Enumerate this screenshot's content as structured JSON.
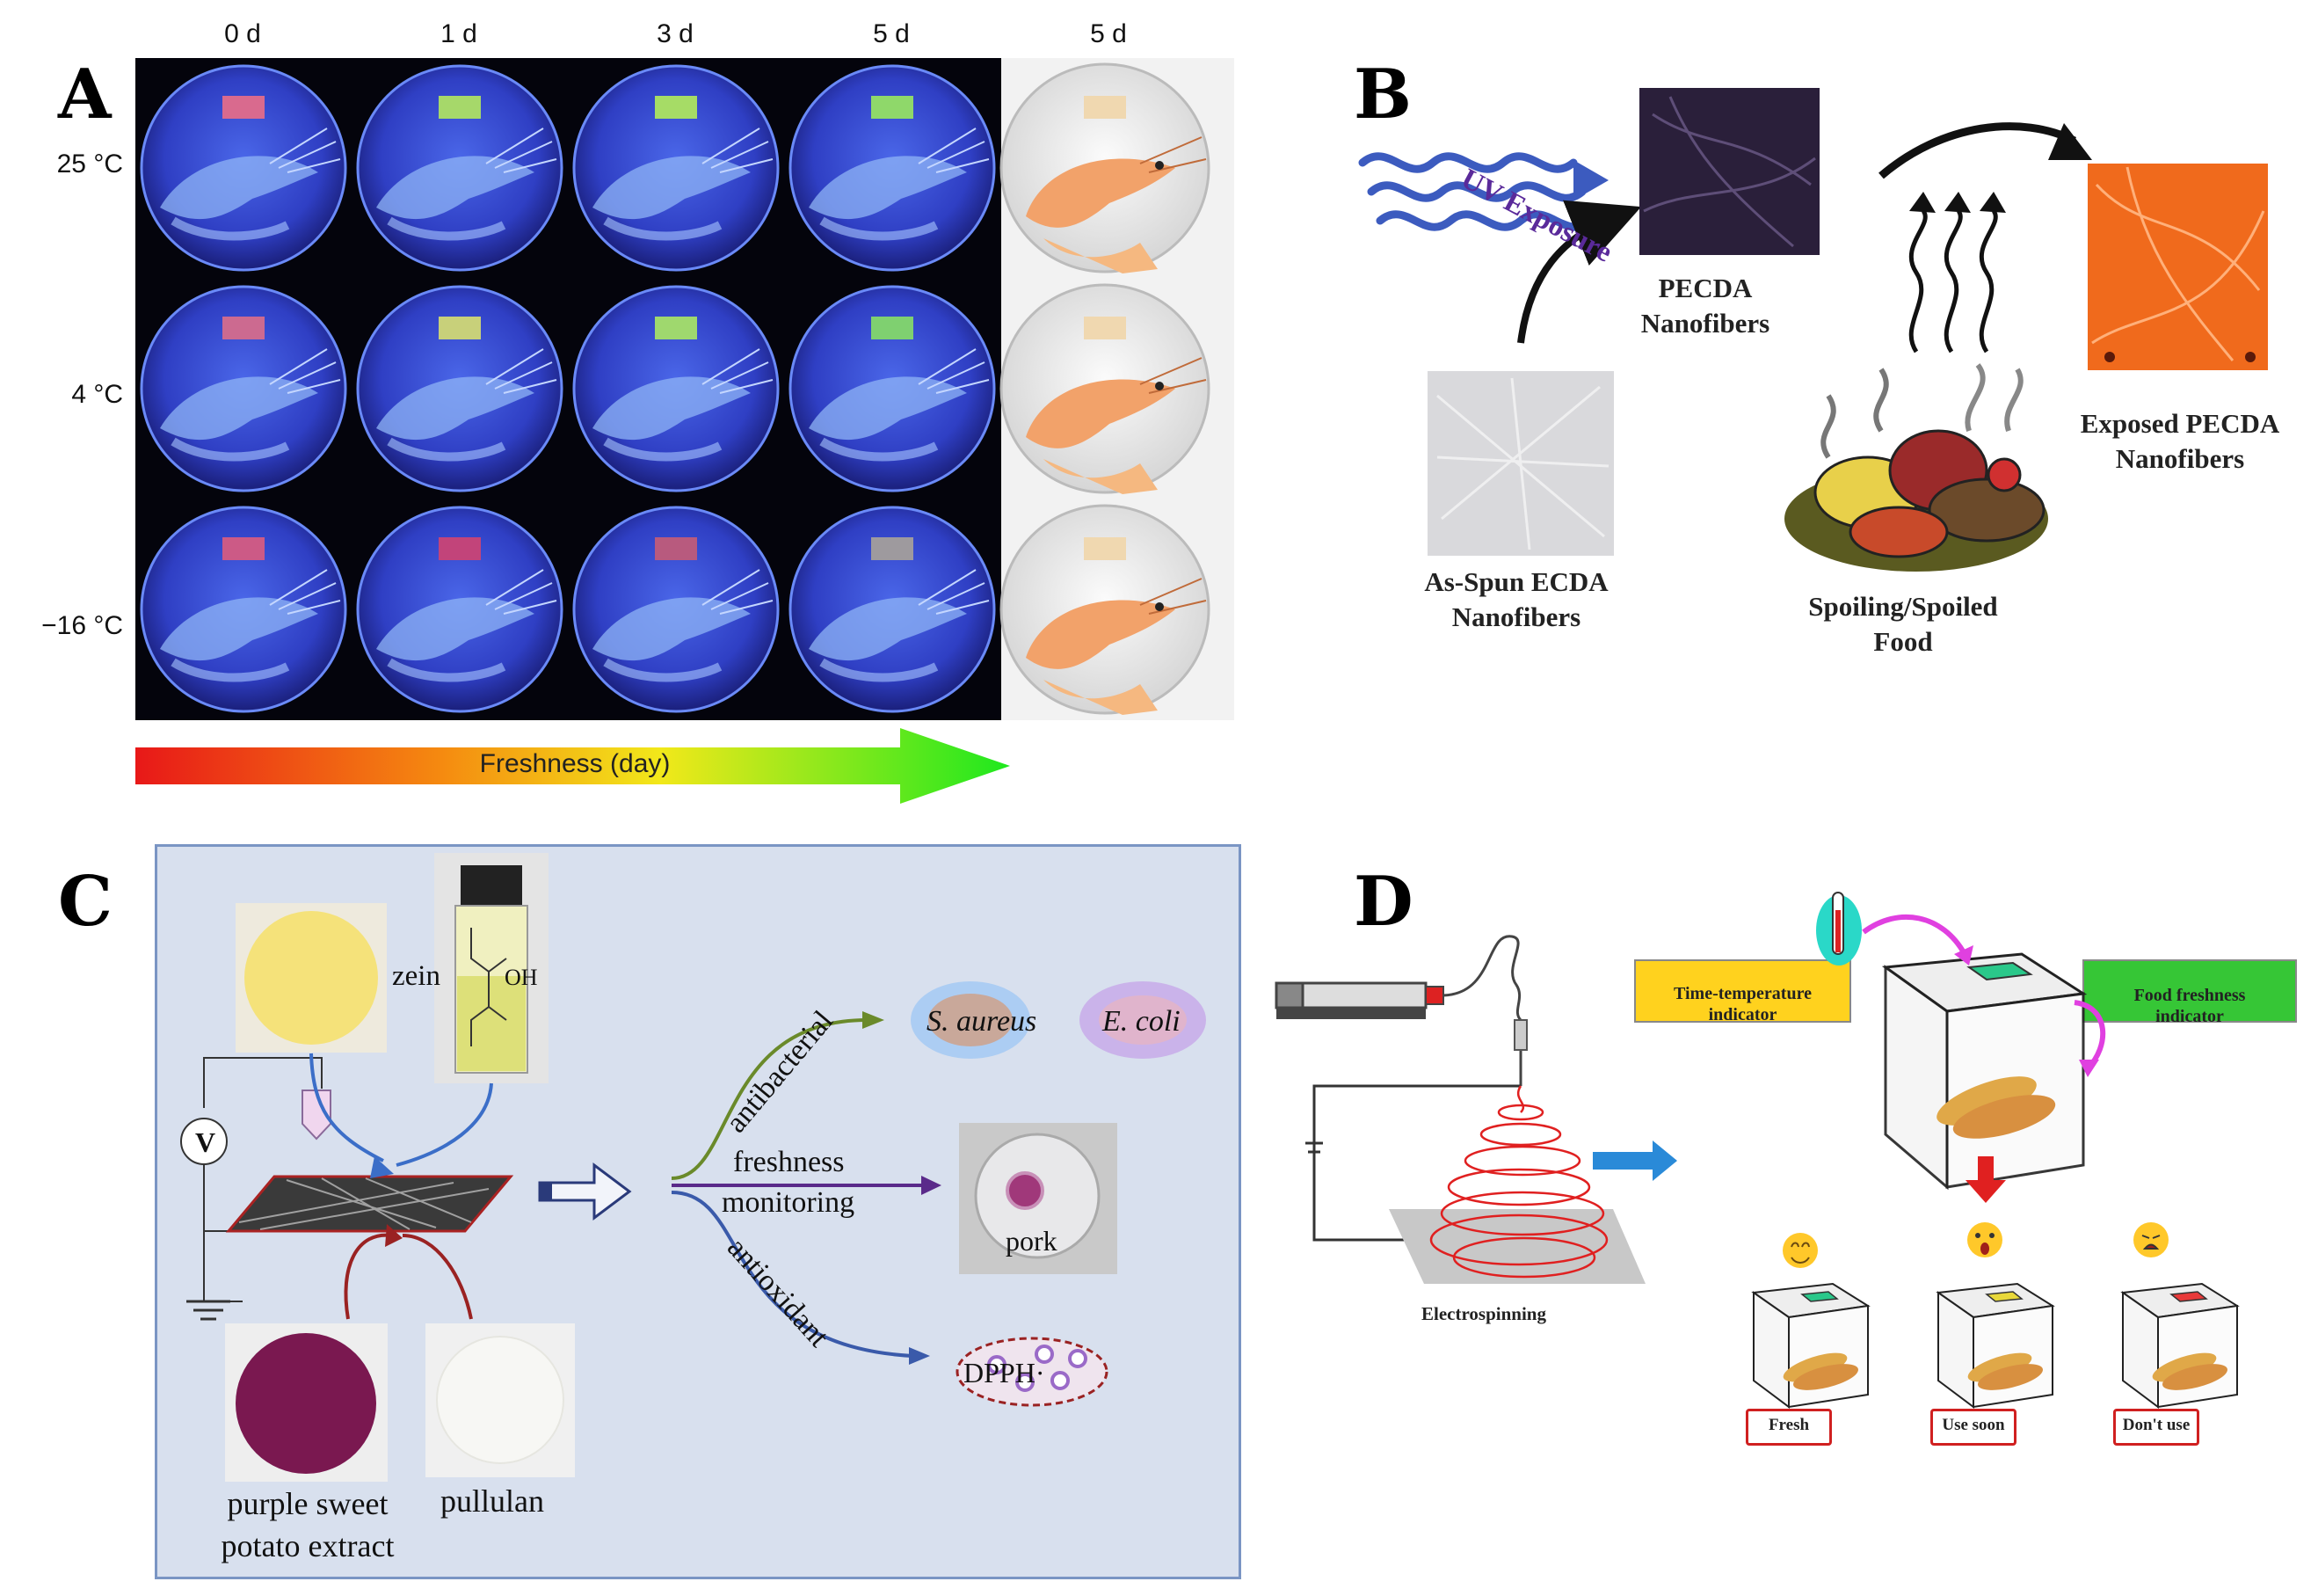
{
  "panelA": {
    "label": "A",
    "columns": [
      "0 d",
      "1 d",
      "3 d",
      "5 d",
      "5 d"
    ],
    "rows": [
      "25 °C",
      "4 °C",
      "−16 °C"
    ],
    "freshness_label": "Freshness (day)",
    "indicator_colors": [
      [
        "#d96a8e",
        "#a6d86a",
        "#a6dc66",
        "#8fd86a"
      ],
      [
        "#cc6a90",
        "#c8d07a",
        "#9fd86e",
        "#7fd070"
      ],
      [
        "#cc5a86",
        "#c2447a",
        "#b85a7e",
        "#9e9a9e"
      ]
    ]
  },
  "panelB": {
    "label": "B",
    "uv_exposure": "UV Exposure",
    "pecda": "PECDA\nNanofibers",
    "as_spun": "As-Spun ECDA\nNanofibers",
    "spoiling": "Spoiling/Spoiled\nFood",
    "exposed": "Exposed PECDA\nNanofibers"
  },
  "panelC": {
    "label": "C",
    "zein": "zein",
    "oh": "OH",
    "voltage": "V",
    "antibacterial": "antibacterial",
    "freshness": "freshness",
    "monitoring": "monitoring",
    "antioxidant": "antioxidant",
    "s_aureus": "S. aureus",
    "e_coli": "E. coli",
    "pork": "pork",
    "dpph": "DPPH·",
    "purple_sweet": "purple sweet\npotato extract",
    "pullulan": "pullulan"
  },
  "panelD": {
    "label": "D",
    "electrospinning": "Electrospinning",
    "tti": "Time-temperature\nindicator",
    "ffi": "Food freshness\nindicator",
    "fresh": "Fresh",
    "use_soon": "Use soon",
    "dont_use": "Don't use"
  },
  "colors": {
    "uv_dark": "#0a0a1e",
    "dish_blue": "#2d3cc8",
    "panelC_bg": "#d8e0ee",
    "panelC_border": "#7a95c4",
    "spoiled_orange": "#f06a1c",
    "tti_yellow": "#ffd21e",
    "ffi_green": "#36c636"
  }
}
